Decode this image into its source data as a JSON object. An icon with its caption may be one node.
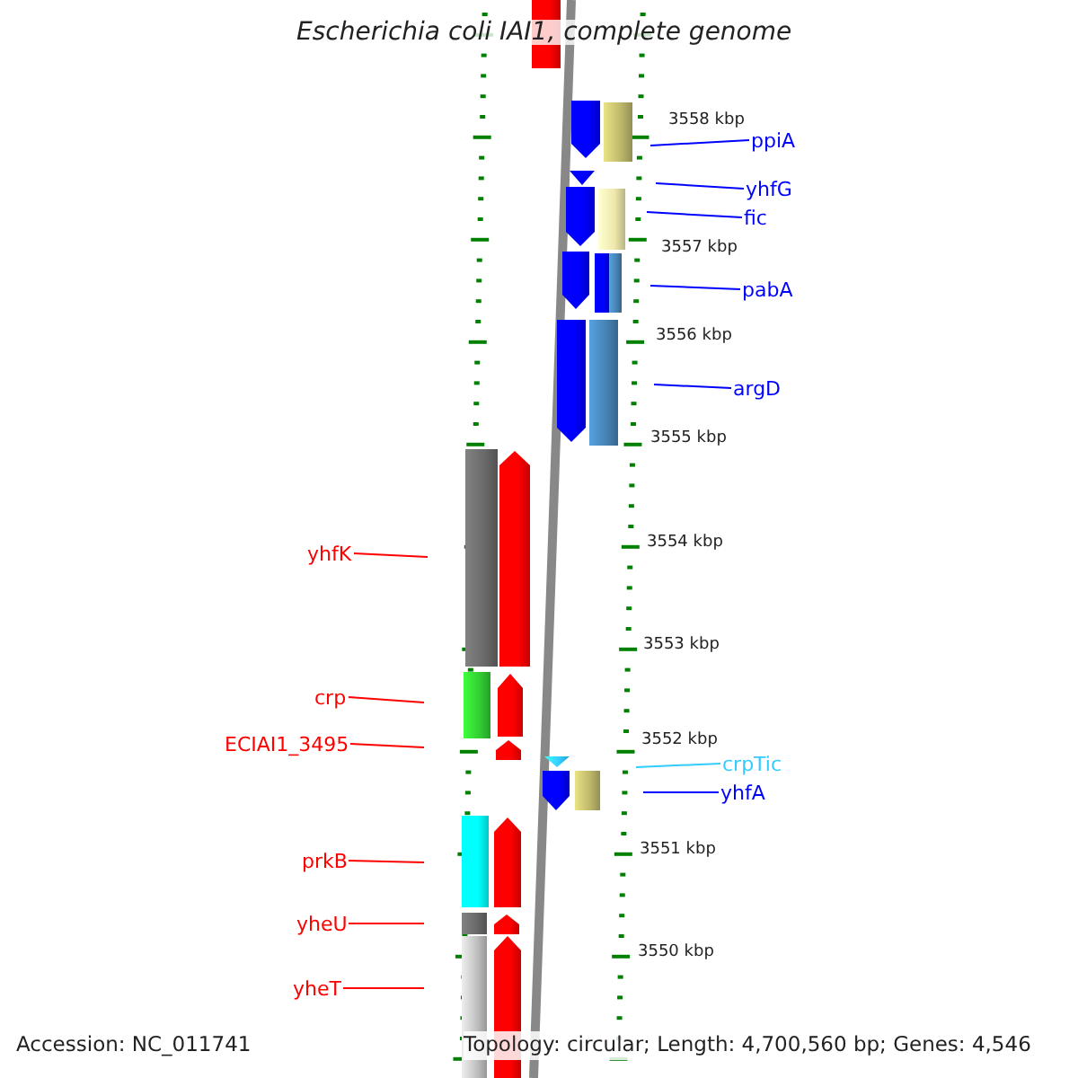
{
  "diagram": {
    "title": "Escherichia coli IAI1, complete genome",
    "nodes": [
      {
        "text": [
          "ppiA"
        ]
      },
      {
        "text": [
          "yhfG"
        ]
      },
      {
        "text": [
          "fic"
        ]
      },
      {
        "text": [
          "pabA"
        ]
      },
      {
        "text": [
          "argD"
        ]
      },
      {
        "text": [
          "yhfK"
        ]
      },
      {
        "text": [
          "crp"
        ]
      },
      {
        "text": [
          "ECIAI1_3495"
        ]
      },
      {
        "text": [
          "crpTic"
        ]
      },
      {
        "text": [
          "yhfA"
        ]
      },
      {
        "text": [
          "prkB"
        ]
      },
      {
        "text": [
          "yheU"
        ]
      },
      {
        "text": [
          "yheT"
        ]
      }
    ],
    "edges": [
      {
        "from": 0,
        "to": null,
        "arrow": "none",
        "color": "#0000ff"
      },
      {
        "from": 1,
        "to": null,
        "arrow": "none",
        "color": "#0000ff"
      },
      {
        "from": 2,
        "to": null,
        "arrow": "none",
        "color": "#0000ff"
      },
      {
        "from": 3,
        "to": null,
        "arrow": "none",
        "color": "#0000ff"
      },
      {
        "from": 4,
        "to": null,
        "arrow": "none",
        "color": "#0000ff"
      },
      {
        "from": 5,
        "to": null,
        "arrow": "none",
        "color": "#ff0000"
      },
      {
        "from": 6,
        "to": null,
        "arrow": "none",
        "color": "#ff0000"
      },
      {
        "from": 7,
        "to": null,
        "arrow": "none",
        "color": "#ff0000"
      },
      {
        "from": 8,
        "to": null,
        "arrow": "none",
        "color": "#33ccff"
      },
      {
        "from": 9,
        "to": null,
        "arrow": "none",
        "color": "#0000ff"
      },
      {
        "from": 10,
        "to": null,
        "arrow": "none",
        "color": "#ff0000"
      },
      {
        "from": 11,
        "to": null,
        "arrow": "none",
        "color": "#ff0000"
      },
      {
        "from": 12,
        "to": null,
        "arrow": "none",
        "color": "#ff0000"
      }
    ],
    "labels": [
      "3558 kbp",
      "3557 kbp",
      "3556 kbp",
      "3555 kbp",
      "3554 kbp",
      "3553 kbp",
      "3552 kbp",
      "3551 kbp",
      "3550 kbp",
      "Accession: NC_011741",
      "Topology: circular; Length: 4,700,560 bp; Genes: 4,546"
    ]
  }
}
